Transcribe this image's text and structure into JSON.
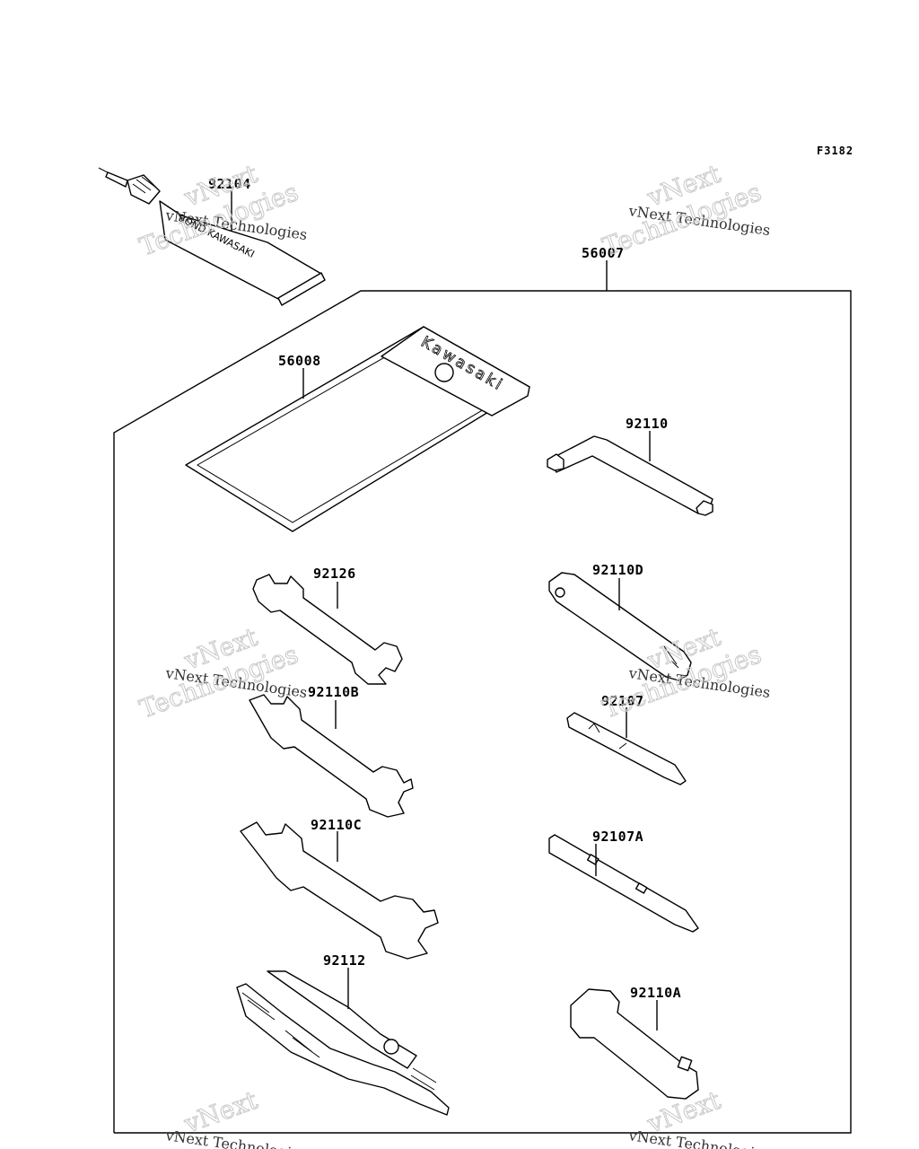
{
  "figure_code": "F3182",
  "parts": [
    {
      "id": "92104"
    },
    {
      "id": "56007"
    },
    {
      "id": "56008"
    },
    {
      "id": "92110"
    },
    {
      "id": "92126"
    },
    {
      "id": "92110D"
    },
    {
      "id": "92110B"
    },
    {
      "id": "92107"
    },
    {
      "id": "92110C"
    },
    {
      "id": "92107A"
    },
    {
      "id": "92112"
    },
    {
      "id": "92110A"
    }
  ],
  "case_brand": "Kawasaki",
  "tube_text": "BOND KAWASAKI",
  "watermark": {
    "line1": "vNext",
    "line2": "vNext Technologies",
    "line3": "Technologies"
  }
}
